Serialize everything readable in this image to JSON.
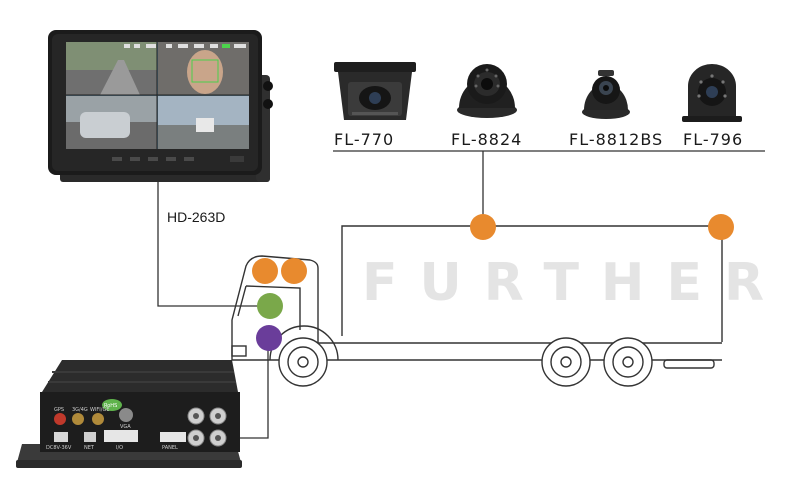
{
  "monitor": {
    "label": "HD-263D"
  },
  "cameras": [
    {
      "model": "FL-770"
    },
    {
      "model": "FL-8824"
    },
    {
      "model": "FL-8812BS"
    },
    {
      "model": "FL-796"
    }
  ],
  "watermark": "FURTHER",
  "dvr": {
    "badge": "RoHS",
    "ports": [
      "GPS",
      "3G/4G",
      "WIFI/GE",
      "VGA",
      "NET",
      "I/O",
      "PANEL",
      "DC8V-36V"
    ]
  },
  "colors": {
    "camera_point": "#e88a2e",
    "gps_point": "#7aa84a",
    "dvr_point": "#6a3d9a",
    "line": "#333333"
  }
}
